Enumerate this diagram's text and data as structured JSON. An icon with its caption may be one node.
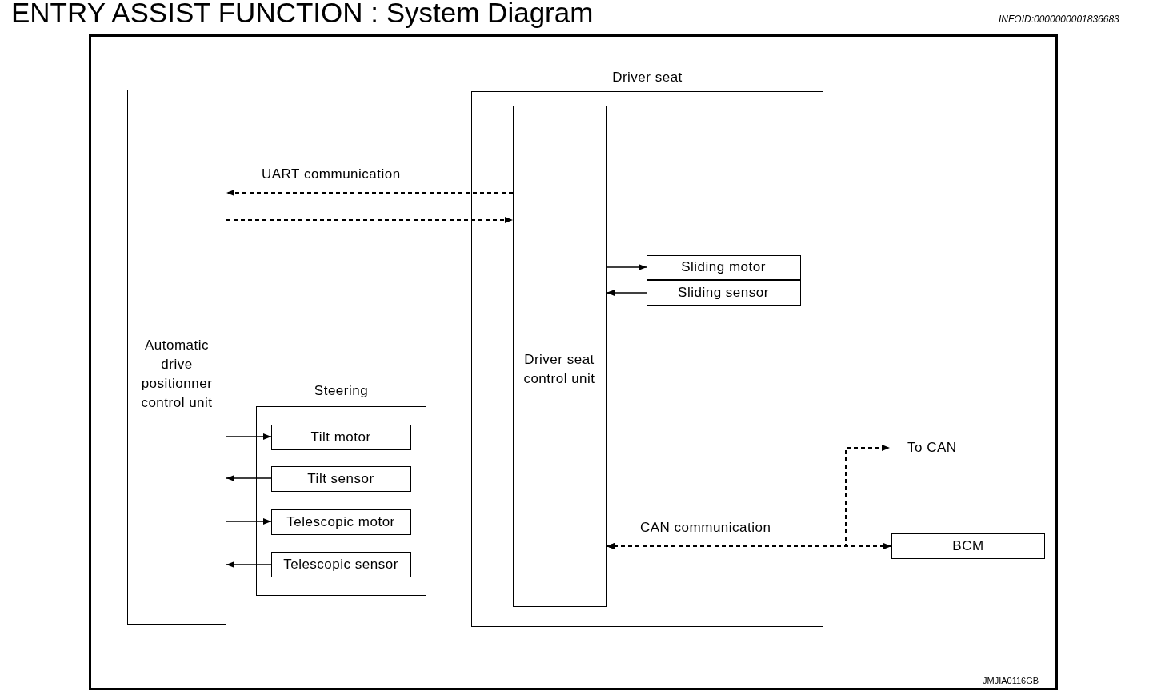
{
  "diagram": {
    "title": "ENTRY ASSIST FUNCTION : System Diagram",
    "nodes": [
      {
        "text": [
          "Automatic drive positionner control unit"
        ]
      },
      {
        "text": [
          "Driver seat"
        ]
      },
      {
        "text": [
          "Driver seat control unit"
        ],
        "in": 1
      },
      {
        "text": [
          "Sliding motor"
        ],
        "in": 1
      },
      {
        "text": [
          "Sliding sensor"
        ],
        "in": 1
      },
      {
        "text": [
          "Steering"
        ]
      },
      {
        "text": [
          "Tilt motor"
        ],
        "in": 5
      },
      {
        "text": [
          "Tilt sensor"
        ],
        "in": 5
      },
      {
        "text": [
          "Telescopic motor"
        ],
        "in": 5
      },
      {
        "text": [
          "Telescopic sensor"
        ],
        "in": 5
      },
      {
        "text": [
          "BCM"
        ]
      },
      {
        "text": [
          "To CAN"
        ]
      }
    ],
    "edges": [
      {
        "from": 2,
        "to": 0,
        "arrow": "to",
        "style": "dashed",
        "label": "UART communication"
      },
      {
        "from": 0,
        "to": 2,
        "arrow": "to",
        "style": "dashed"
      },
      {
        "from": 2,
        "to": 3,
        "arrow": "to"
      },
      {
        "from": 4,
        "to": 2,
        "arrow": "to"
      },
      {
        "from": 0,
        "to": 6,
        "arrow": "to"
      },
      {
        "from": 7,
        "to": 0,
        "arrow": "to"
      },
      {
        "from": 0,
        "to": 8,
        "arrow": "to"
      },
      {
        "from": 9,
        "to": 0,
        "arrow": "to"
      },
      {
        "from": 2,
        "to": 10,
        "arrow": "both",
        "style": "dashed",
        "label": "CAN communication"
      },
      {
        "from": 2,
        "to": 11,
        "arrow": "both",
        "style": "dashed"
      }
    ],
    "labels": [
      "INFOID:0000000001836683",
      "JMJIA0116GB"
    ]
  }
}
